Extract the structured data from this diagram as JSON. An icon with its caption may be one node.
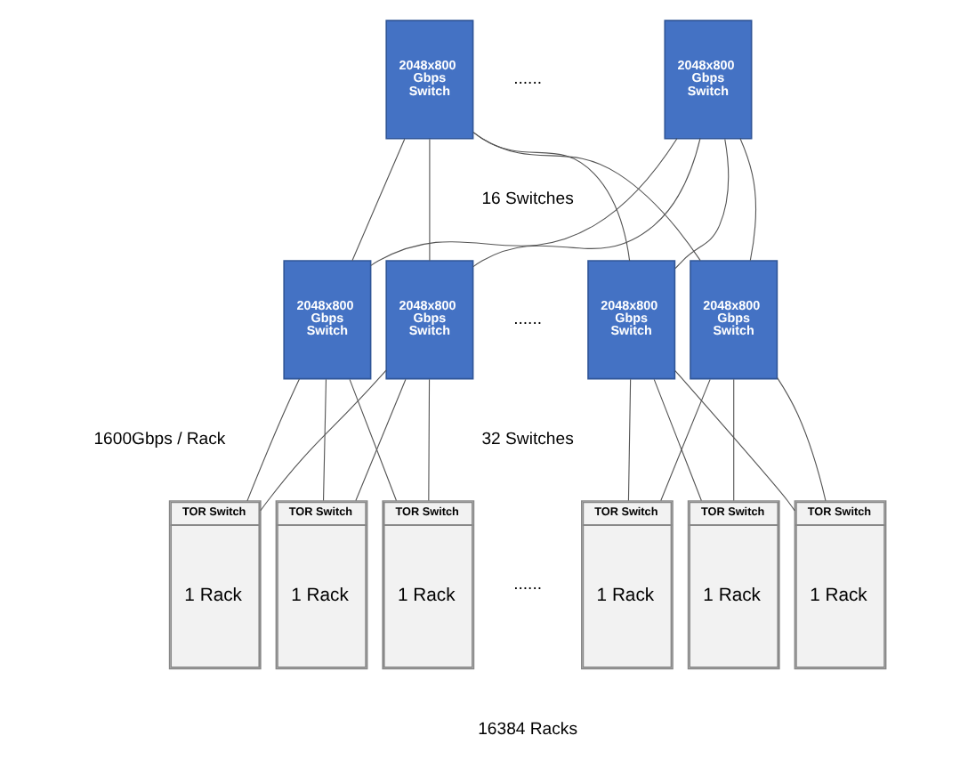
{
  "diagram": {
    "nodes": [
      {
        "text": [
          "2048x800 Gbps Switch"
        ]
      },
      {
        "text": [
          "2048x800 Gbps Switch"
        ]
      },
      {
        "text": [
          "2048x800 Gbps Switch"
        ]
      },
      {
        "text": [
          "2048x800 Gbps Switch"
        ]
      },
      {
        "text": [
          "2048x800 Gbps Switch"
        ]
      },
      {
        "text": [
          "2048x800 Gbps Switch"
        ]
      },
      {
        "text": [
          "TOR Switch",
          "1 Rack"
        ]
      },
      {
        "text": [
          "TOR Switch",
          "1 Rack"
        ]
      },
      {
        "text": [
          "TOR Switch",
          "1 Rack"
        ]
      },
      {
        "text": [
          "TOR Switch",
          "1 Rack"
        ]
      },
      {
        "text": [
          "TOR Switch",
          "1 Rack"
        ]
      },
      {
        "text": [
          "TOR Switch",
          "1 Rack"
        ]
      }
    ],
    "edges": [
      {
        "from": 0,
        "to": 2,
        "arrow": "none"
      },
      {
        "from": 0,
        "to": 3,
        "arrow": "none"
      },
      {
        "from": 0,
        "to": 4,
        "arrow": "none"
      },
      {
        "from": 0,
        "to": 5,
        "arrow": "none"
      },
      {
        "from": 1,
        "to": 2,
        "arrow": "none"
      },
      {
        "from": 1,
        "to": 3,
        "arrow": "none"
      },
      {
        "from": 1,
        "to": 4,
        "arrow": "none"
      },
      {
        "from": 1,
        "to": 5,
        "arrow": "none"
      },
      {
        "from": 2,
        "to": 6,
        "arrow": "none"
      },
      {
        "from": 2,
        "to": 7,
        "arrow": "none"
      },
      {
        "from": 2,
        "to": 8,
        "arrow": "none"
      },
      {
        "from": 3,
        "to": 6,
        "arrow": "none"
      },
      {
        "from": 3,
        "to": 7,
        "arrow": "none"
      },
      {
        "from": 3,
        "to": 8,
        "arrow": "none"
      },
      {
        "from": 4,
        "to": 9,
        "arrow": "none"
      },
      {
        "from": 4,
        "to": 10,
        "arrow": "none"
      },
      {
        "from": 4,
        "to": 11,
        "arrow": "none"
      },
      {
        "from": 5,
        "to": 9,
        "arrow": "none"
      },
      {
        "from": 5,
        "to": 10,
        "arrow": "none"
      },
      {
        "from": 5,
        "to": 11,
        "arrow": "none"
      }
    ],
    "labels": [
      "......",
      "16 Switches",
      "......",
      "1600Gbps / Rack",
      "32 Switches",
      "......",
      "16384 Racks"
    ]
  }
}
